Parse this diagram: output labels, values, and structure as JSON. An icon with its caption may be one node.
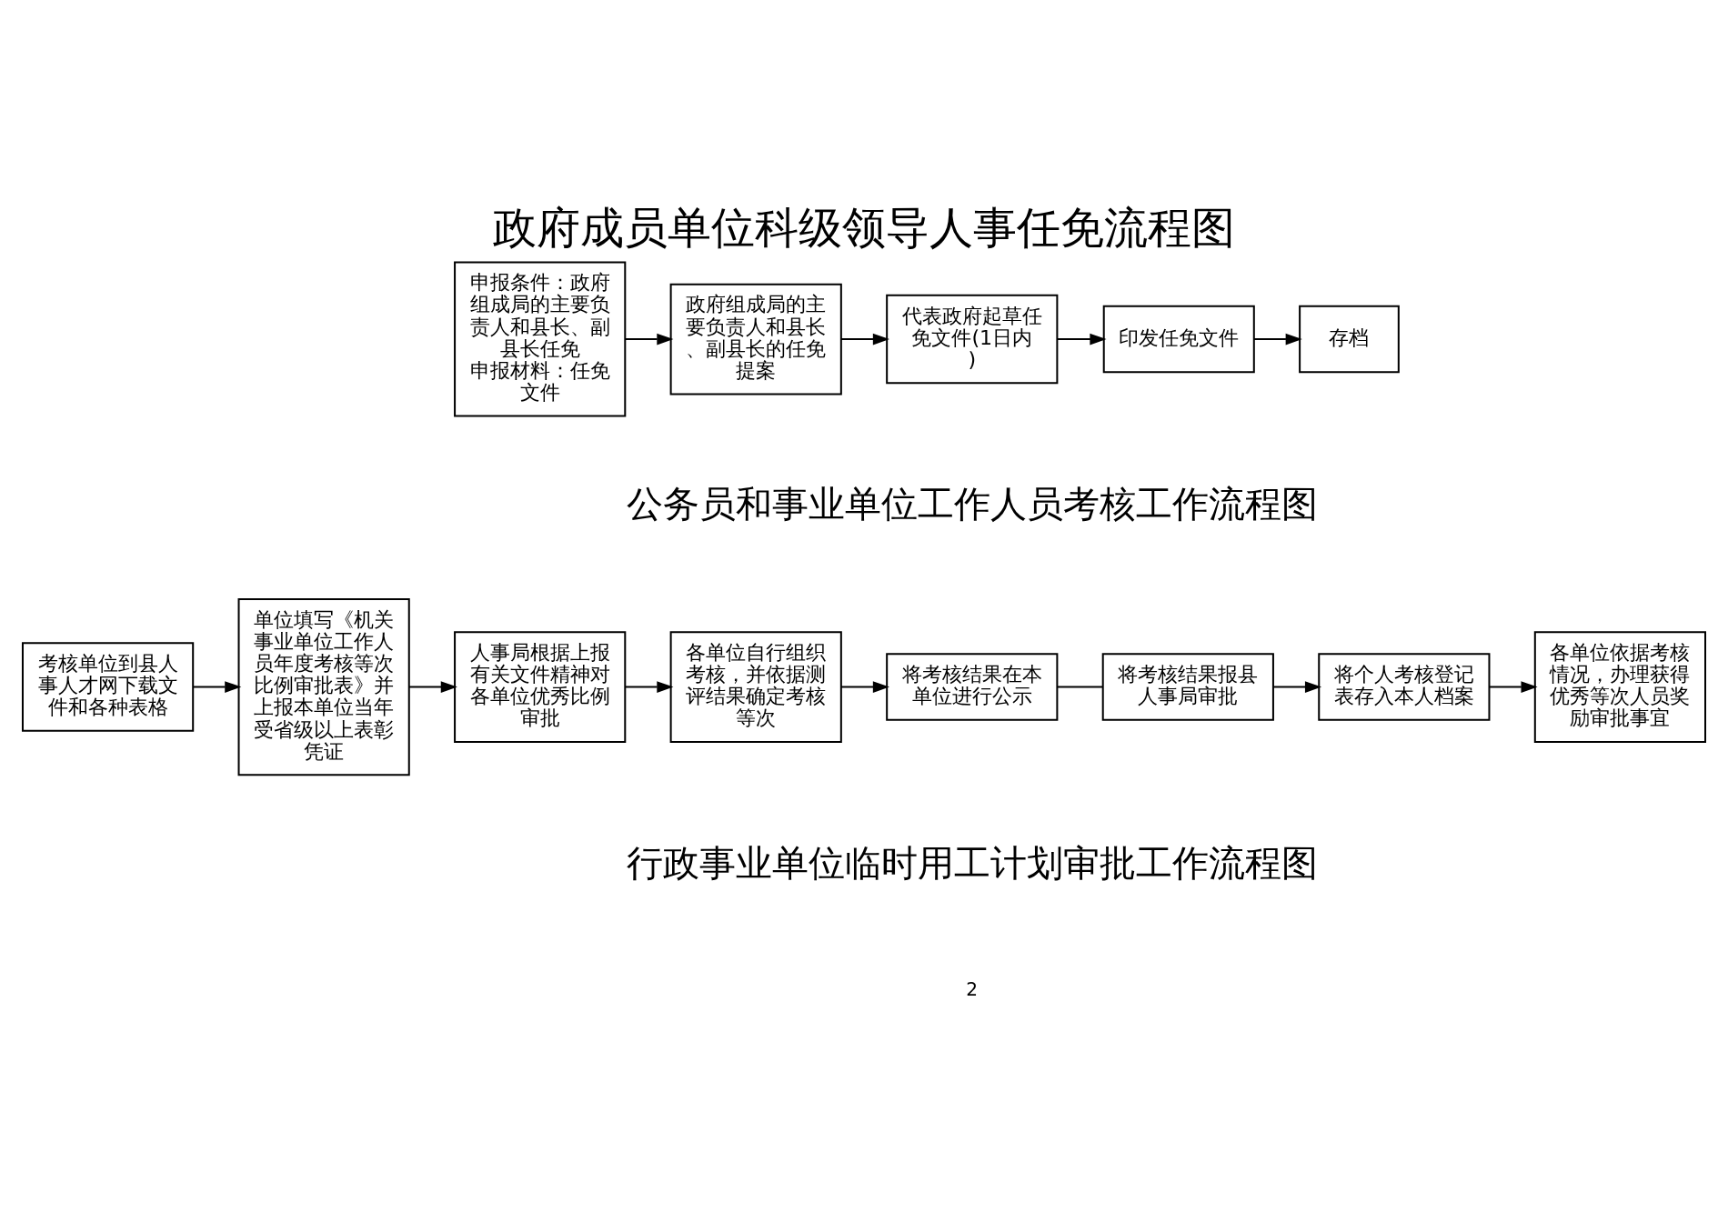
{
  "diagram": {
    "title": "政府成员单位科级领导人事任免流程图",
    "nodes": [
      {
        "text": [
          "申报条件：政府组成局的主要负责人和县长、副县长任免",
          "申报材料：任免文件"
        ]
      },
      {
        "text": [
          "政府组成局的主要负责人和县长、副县长的任免提案"
        ]
      },
      {
        "text": [
          "代表政府起草任免文件(1日内)"
        ]
      },
      {
        "text": [
          "印发任免文件"
        ]
      },
      {
        "text": [
          "存档"
        ]
      },
      {
        "text": [
          "考核单位到县人事人才网下载文件和各种表格"
        ]
      },
      {
        "text": [
          "单位填写《机关事业单位工作人员年度考核等次比例审批表》并上报本单位当年受省级以上表彰凭证"
        ]
      },
      {
        "text": [
          "人事局根据上报有关文件精神对各单位优秀比例审批"
        ]
      },
      {
        "text": [
          "各单位自行组织考核，并依据测评结果确定考核等次"
        ]
      },
      {
        "text": [
          "将考核结果在本单位进行公示"
        ]
      },
      {
        "text": [
          "将考核结果报县人事局审批"
        ]
      },
      {
        "text": [
          "将个人考核登记表存入本人档案"
        ]
      },
      {
        "text": [
          "各单位依据考核情况，办理获得优秀等次人员奖励审批事宜"
        ]
      }
    ],
    "edges": [
      {
        "from": 0,
        "to": 1,
        "arrow": "to"
      },
      {
        "from": 1,
        "to": 2,
        "arrow": "to"
      },
      {
        "from": 2,
        "to": 3,
        "arrow": "to"
      },
      {
        "from": 3,
        "to": 4,
        "arrow": "to"
      },
      {
        "from": 5,
        "to": 6,
        "arrow": "to"
      },
      {
        "from": 6,
        "to": 7,
        "arrow": "to"
      },
      {
        "from": 7,
        "to": 8,
        "arrow": "to"
      },
      {
        "from": 8,
        "to": 9,
        "arrow": "to"
      },
      {
        "from": 9,
        "to": 10,
        "arrow": "none"
      },
      {
        "from": 10,
        "to": 11,
        "arrow": "to"
      },
      {
        "from": 11,
        "to": 12,
        "arrow": "to"
      }
    ],
    "labels": [
      "公务员和事业单位工作人员考核工作流程图",
      "行政事业单位临时用工计划审批工作流程图",
      "2"
    ]
  }
}
